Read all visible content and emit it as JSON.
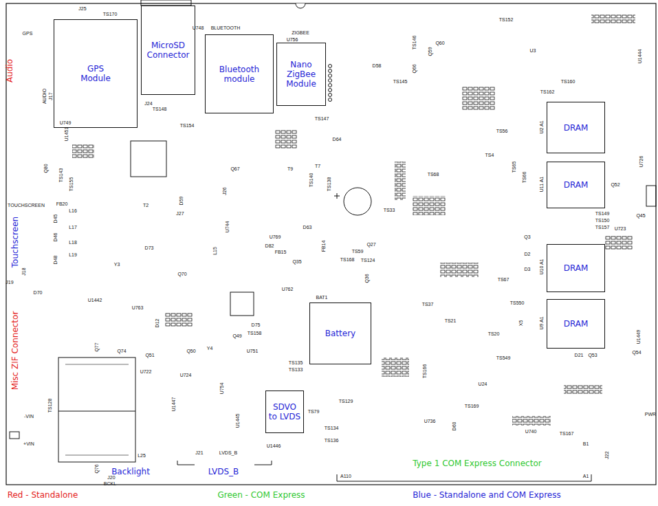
{
  "diagram": {
    "nodes": [
      {
        "text": [
          "GPS Module"
        ]
      },
      {
        "text": [
          "MicroSD Connector"
        ]
      },
      {
        "text": [
          "Bluetooth module"
        ]
      },
      {
        "text": [
          "Nano ZigBee Module"
        ]
      },
      {
        "text": [
          "DRAM"
        ]
      },
      {
        "text": [
          "DRAM"
        ]
      },
      {
        "text": [
          "DRAM"
        ]
      },
      {
        "text": [
          "DRAM"
        ]
      },
      {
        "text": [
          "Battery"
        ]
      },
      {
        "text": [
          "SDVO to LVDS"
        ]
      }
    ],
    "labels": [
      "Audio",
      "Touchscreen",
      "Misc ZIF Connector",
      "Backlight",
      "LVDS_B",
      "Type 1 COM Express Connector",
      "J25",
      "TS170",
      "GPS",
      "AUDIO",
      "J17",
      "U749",
      "U748",
      "BLUETOOTH",
      "ZIGBEE",
      "U756",
      "J24",
      "TS148",
      "TS154",
      "U1451",
      "TOUCHSCREEN",
      "J18",
      "J19",
      "D70",
      "-VIN",
      "+VIN",
      "J20",
      "BCKL",
      "L25",
      "J21",
      "LVDS_B",
      "U1446",
      "A110",
      "A1",
      "J22",
      "B1",
      "BAT1",
      "PWR",
      "U2 A1",
      "U11 A1",
      "U10 A1",
      "U9 A1",
      "X5",
      "U3",
      "TS152",
      "TS147",
      "D58",
      "TS145",
      "D64",
      "Q27",
      "Q35",
      "FB15",
      "FB14",
      "U769",
      "U744",
      "L15",
      "J27",
      "J26",
      "Y3",
      "Y4",
      "U751",
      "U762",
      "U763",
      "U722",
      "U724",
      "Q50",
      "Q49",
      "D75",
      "TS158",
      "Q70",
      "U1442",
      "Q77",
      "Q74",
      "Q51",
      "TS128",
      "Q76",
      "Q80",
      "TS143",
      "TS155",
      "FB20",
      "L16",
      "L17",
      "L18",
      "L19",
      "D45",
      "D46",
      "D48",
      "T2",
      "T9",
      "T7",
      "TS140",
      "TS138",
      "TS168",
      "TS124",
      "Q59",
      "Q36",
      "TS135",
      "TS133",
      "TS129",
      "TS79",
      "TS134",
      "TS136",
      "U736",
      "U24",
      "U740",
      "TS167",
      "D60",
      "TS169",
      "TS166",
      "TS549",
      "TS550",
      "TS20",
      "TS21",
      "TS37",
      "TS67",
      "U1449",
      "Q54",
      "D21",
      "Q53",
      "D2",
      "D3",
      "Q3",
      "U723",
      "TS157",
      "TS150",
      "TS149",
      "Q45",
      "Q52",
      "U726",
      "U1444",
      "TS160",
      "TS162",
      "TS146",
      "Q60",
      "Q66",
      "TS56",
      "TS4",
      "TS65",
      "TS66",
      "TS68",
      "TS33",
      "TS59",
      "Q67",
      "D63",
      "D12",
      "D73",
      "D82",
      "U1445",
      "U754",
      "U1447",
      "D59"
    ],
    "legend": [
      {
        "text": "Red - Standalone",
        "color": "#e41b1b"
      },
      {
        "text": "Green - COM Express",
        "color": "#2fc82f"
      },
      {
        "text": "Blue - Standalone and COM Express",
        "color": "#1f24d6"
      }
    ]
  }
}
